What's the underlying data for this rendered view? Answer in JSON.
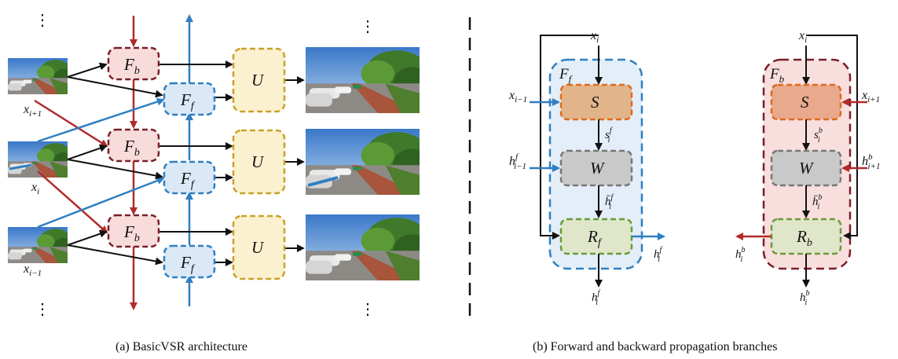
{
  "panel_a": {
    "caption": "(a) BasicVSR architecture",
    "input_labels": {
      "top": "x",
      "top_sub": "i+1",
      "mid": "x",
      "mid_sub": "i",
      "bot": "x",
      "bot_sub": "i−1"
    },
    "block_backward": "F",
    "block_backward_sub": "b",
    "block_forward": "F",
    "block_forward_sub": "f",
    "block_upsample": "U",
    "ellipsis": "⋮"
  },
  "panel_b": {
    "caption": "(b) Forward and backward propagation branches",
    "forward": {
      "container_label": "F",
      "container_sub": "f",
      "input_top": "x",
      "input_top_sub": "i",
      "left_in_1": "x",
      "left_in_1_sub": "i−1",
      "left_in_2": "h",
      "left_in_2_sup": "f",
      "left_in_2_sub": "i−1",
      "block_s": "S",
      "block_w": "W",
      "block_r": "R",
      "block_r_sub": "f",
      "flow_s": "s",
      "flow_s_sup": "f",
      "flow_s_sub": "i",
      "flow_h": "h̄",
      "flow_h_sup": "f",
      "flow_h_sub": "i",
      "out_right": "h",
      "out_right_sup": "f",
      "out_right_sub": "i",
      "out_bottom": "h",
      "out_bottom_sup": "f",
      "out_bottom_sub": "i"
    },
    "backward": {
      "container_label": "F",
      "container_sub": "b",
      "input_top": "x",
      "input_top_sub": "i",
      "right_in_1": "x",
      "right_in_1_sub": "i+1",
      "right_in_2": "h",
      "right_in_2_sup": "b",
      "right_in_2_sub": "i+1",
      "block_s": "S",
      "block_w": "W",
      "block_r": "R",
      "block_r_sub": "b",
      "flow_s": "s",
      "flow_s_sup": "b",
      "flow_s_sub": "i",
      "flow_h": "h̄",
      "flow_h_sup": "b",
      "flow_h_sub": "i",
      "out_left": "h",
      "out_left_sup": "b",
      "out_left_sub": "i",
      "out_bottom": "h",
      "out_bottom_sup": "b",
      "out_bottom_sub": "i"
    }
  },
  "colors": {
    "red": "#b22a2a",
    "blue": "#2f7fc1",
    "black": "#111111",
    "fb_fill": "#f8dcdc",
    "fb_stroke": "#7a1f2b",
    "ff_fill": "#dbe9f7",
    "ff_stroke": "#2f7fc1",
    "u_fill": "#fbf0cf",
    "u_stroke": "#c9a227",
    "s_fill": "#e2b48a",
    "s_stroke": "#e06a1b",
    "w_fill": "#c9c9c9",
    "w_stroke": "#777777",
    "r_fill": "#dfe6c9",
    "r_stroke": "#6a9a3a",
    "fwd_panel_fill": "#e3eef9",
    "bwd_panel_fill": "#f9dede"
  }
}
